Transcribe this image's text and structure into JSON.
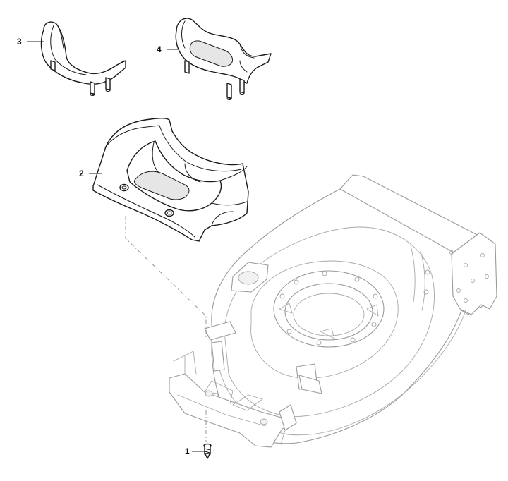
{
  "callouts": [
    {
      "id": "1",
      "label": "1"
    },
    {
      "id": "2",
      "label": "2"
    },
    {
      "id": "3",
      "label": "3"
    },
    {
      "id": "4",
      "label": "4"
    }
  ],
  "colors": {
    "line": "#1a1a1a",
    "ghost_line": "#9a9a9a",
    "background": "#ffffff"
  }
}
